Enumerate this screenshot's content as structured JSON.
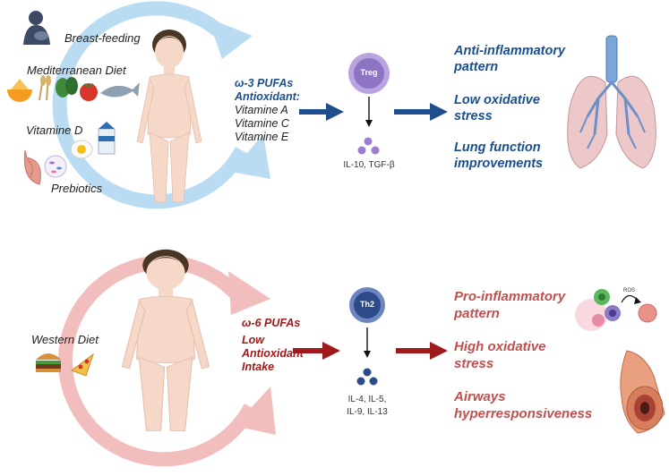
{
  "top": {
    "diet_labels": {
      "breastfeeding": "Breast-feeding",
      "mediterranean": "Mediterranean Diet",
      "vitamin_d": "Vitamine D",
      "prebiotics": "Prebiotics"
    },
    "nutrients": [
      "ω-3 PUFAs",
      "Antioxidant:"
    ],
    "vitamins": [
      "Vitamine A",
      "Vitamine C",
      "Vitamine E"
    ],
    "cell_label": "Treg",
    "cytokines": "IL-10, TGF-β",
    "outcomes": [
      [
        "Anti-inflammatory",
        "pattern"
      ],
      [
        "Low oxidative",
        "stress"
      ],
      [
        "Lung function",
        "improvements"
      ]
    ]
  },
  "bottom": {
    "diet_label": "Western Diet",
    "nutrients": [
      "ω-6 PUFAs",
      "Low",
      "Antioxidant",
      "Intake"
    ],
    "cell_label": "Th2",
    "cytokines": [
      "IL-4, IL-5,",
      "IL-9, IL-13"
    ],
    "ros_label": "ROS",
    "outcomes": [
      [
        "Pro-inflammatory",
        "pattern"
      ],
      [
        "High oxidative",
        "stress"
      ],
      [
        "Airways",
        "hyperresponsiveness"
      ]
    ]
  },
  "colors": {
    "blue_arrow": "#b9dcf3",
    "red_arrow": "#f2bdbd",
    "blue_text": "#1a4f8e",
    "red_text": "#c0504d",
    "treg": "#8d74c2",
    "th2": "#2d4a8a"
  }
}
